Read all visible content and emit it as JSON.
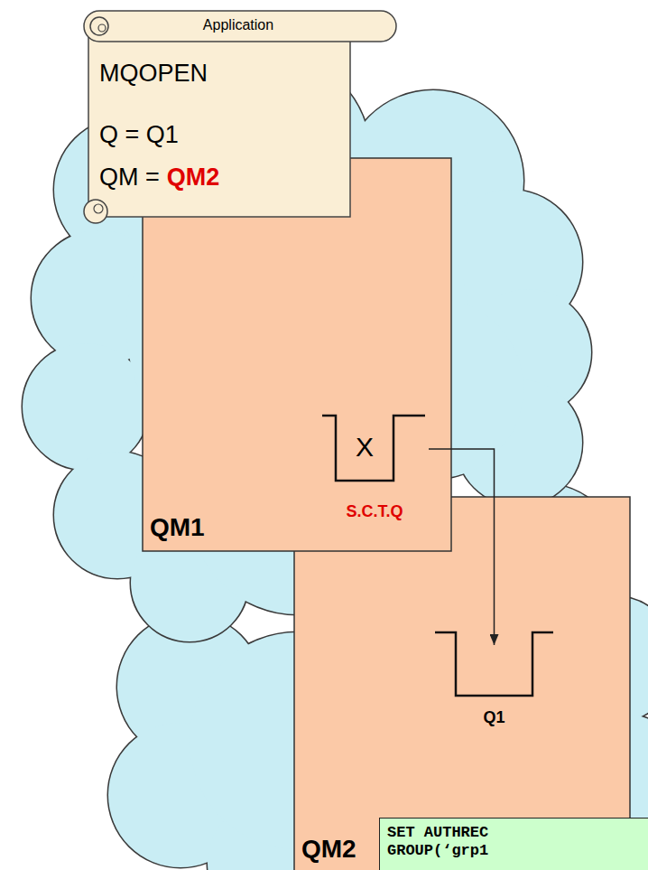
{
  "diagram": {
    "nodes": [
      {
        "text": [
          "Application",
          "MQOPEN",
          "Q = Q1",
          "QM =",
          "QM2"
        ]
      },
      {
        "text": [
          "QM1"
        ]
      },
      {
        "text": [
          "X",
          "S.C.T.Q"
        ],
        "in": 1
      },
      {
        "text": [
          "QM2"
        ]
      },
      {
        "text": [
          "Q1"
        ],
        "in": 3
      },
      {
        "text": [
          "SET AUTHREC GROUP(‘grp1"
        ]
      }
    ],
    "edges": [
      {
        "from": 2,
        "to": 4,
        "arrow": "to"
      }
    ]
  }
}
